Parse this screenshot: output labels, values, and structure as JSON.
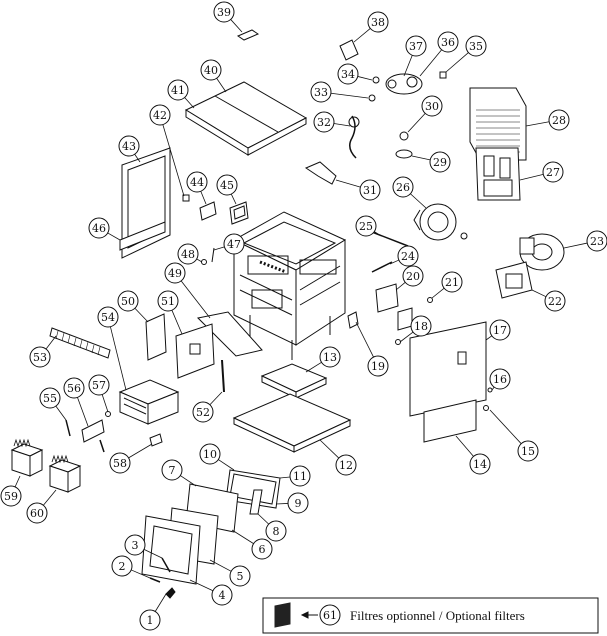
{
  "callouts": [
    {
      "n": "1"
    },
    {
      "n": "2"
    },
    {
      "n": "3"
    },
    {
      "n": "4"
    },
    {
      "n": "5"
    },
    {
      "n": "6"
    },
    {
      "n": "7"
    },
    {
      "n": "8"
    },
    {
      "n": "9"
    },
    {
      "n": "10"
    },
    {
      "n": "11"
    },
    {
      "n": "12"
    },
    {
      "n": "13"
    },
    {
      "n": "14"
    },
    {
      "n": "15"
    },
    {
      "n": "16"
    },
    {
      "n": "17"
    },
    {
      "n": "18"
    },
    {
      "n": "19"
    },
    {
      "n": "20"
    },
    {
      "n": "21"
    },
    {
      "n": "22"
    },
    {
      "n": "23"
    },
    {
      "n": "24"
    },
    {
      "n": "25"
    },
    {
      "n": "26"
    },
    {
      "n": "27"
    },
    {
      "n": "28"
    },
    {
      "n": "29"
    },
    {
      "n": "30"
    },
    {
      "n": "31"
    },
    {
      "n": "32"
    },
    {
      "n": "33"
    },
    {
      "n": "34"
    },
    {
      "n": "35"
    },
    {
      "n": "36"
    },
    {
      "n": "37"
    },
    {
      "n": "38"
    },
    {
      "n": "39"
    },
    {
      "n": "40"
    },
    {
      "n": "41"
    },
    {
      "n": "42"
    },
    {
      "n": "43"
    },
    {
      "n": "44"
    },
    {
      "n": "45"
    },
    {
      "n": "46"
    },
    {
      "n": "47"
    },
    {
      "n": "48"
    },
    {
      "n": "49"
    },
    {
      "n": "50"
    },
    {
      "n": "51"
    },
    {
      "n": "52"
    },
    {
      "n": "53"
    },
    {
      "n": "54"
    },
    {
      "n": "55"
    },
    {
      "n": "56"
    },
    {
      "n": "57"
    },
    {
      "n": "58"
    },
    {
      "n": "59"
    },
    {
      "n": "60"
    }
  ],
  "legend": {
    "number": "61",
    "text": "Filtres optionnel / Optional filters"
  },
  "colors": {
    "line": "#111111",
    "fill": "#ffffff",
    "dark": "#222222"
  }
}
